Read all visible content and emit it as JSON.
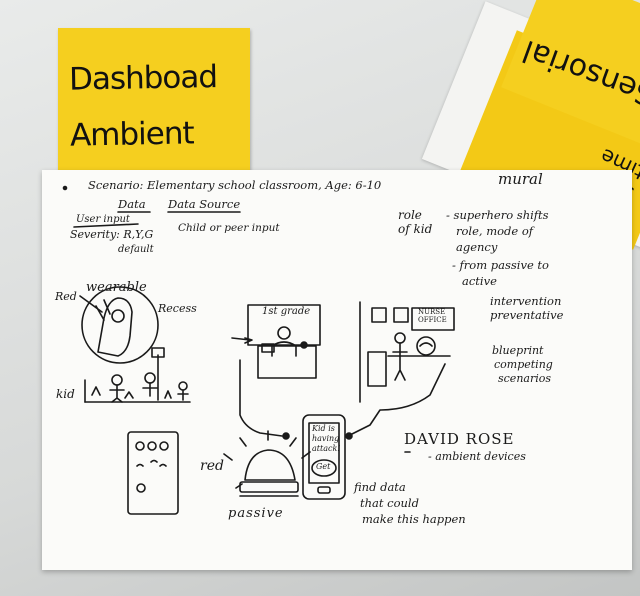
{
  "sticky_note_title": [
    "Dashboad",
    "Ambient Cue"
  ],
  "upside_down_notes": [
    "Sensorial",
    "3 time"
  ],
  "scenario": "Scenario: Elementary school classroom, Age: 6-10",
  "mural": "mural",
  "data_header": "Data",
  "data_source_header": "Data Source",
  "crossed_out": "User input",
  "severity": "Severity: R,Y,G",
  "default": "default",
  "child_or_peer": "Child or peer input",
  "role_of_kid": [
    "role",
    "of kid"
  ],
  "role_notes": [
    "- superhero shifts",
    "role, mode of",
    "agency"
  ],
  "passive_active": [
    "- from passive to",
    "active"
  ],
  "intervention": [
    "intervention",
    "preventative"
  ],
  "blueprint": [
    "blueprint",
    "competing",
    "scenarios"
  ],
  "red_wearable": "Red",
  "wearable": "wearable",
  "recess": "Recess",
  "kid": "kid",
  "first_grade": "1st grade",
  "nurse_office": [
    "NURSE",
    "OFFICE"
  ],
  "phone_text": [
    "Kid is",
    "having",
    "attack!"
  ],
  "phone_bubble": "Get",
  "david_rose": "DAVID ROSE",
  "ambient_devices": "- ambient devices",
  "red_lamp": "red",
  "passive": "passive",
  "find_data": [
    "find data",
    "that could",
    "make this happen"
  ],
  "colors": {
    "sticky": "#f5cf1f",
    "paper": "#fbfbf9",
    "ink": "#1a1a1a"
  }
}
